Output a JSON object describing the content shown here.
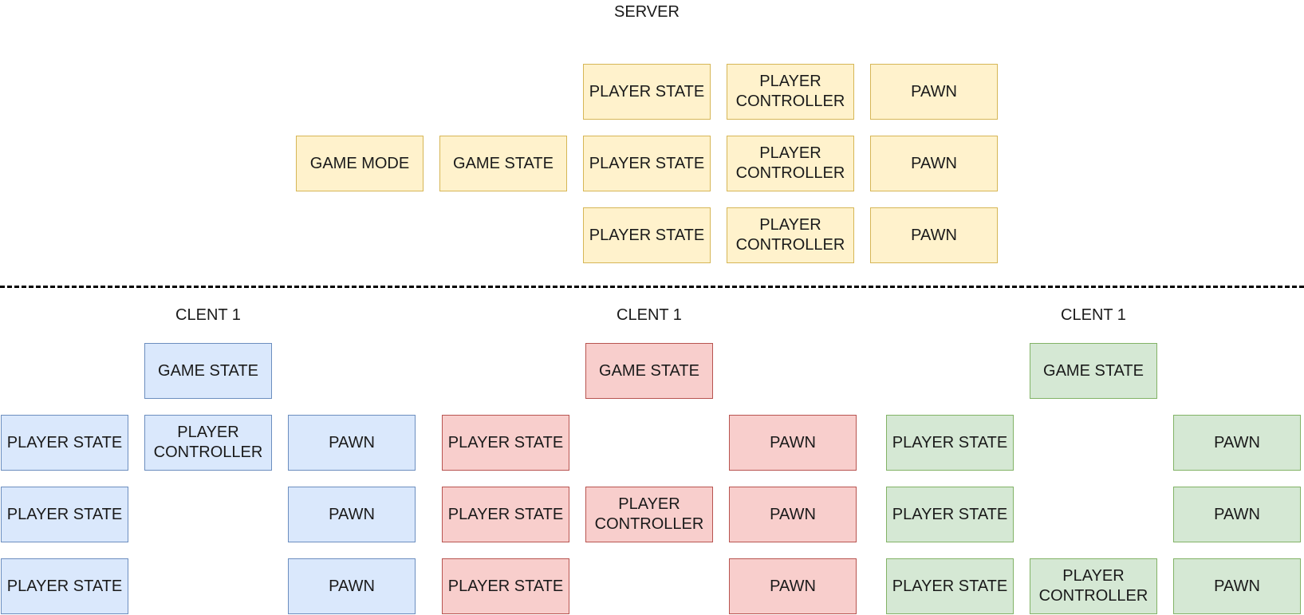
{
  "server": {
    "title": "SERVER",
    "game_mode": "GAME MODE",
    "game_state": "GAME STATE",
    "rows": [
      {
        "player_state": "PLAYER STATE",
        "player_controller": "PLAYER CONTROLLER",
        "pawn": "PAWN"
      },
      {
        "player_state": "PLAYER STATE",
        "player_controller": "PLAYER CONTROLLER",
        "pawn": "PAWN"
      },
      {
        "player_state": "PLAYER STATE",
        "player_controller": "PLAYER CONTROLLER",
        "pawn": "PAWN"
      }
    ]
  },
  "clients": [
    {
      "title": "CLENT 1",
      "color": "#dae8fc",
      "game_state": "GAME STATE",
      "player_controller": "PLAYER CONTROLLER",
      "player_states": [
        "PLAYER STATE",
        "PLAYER STATE",
        "PLAYER STATE"
      ],
      "pawns": [
        "PAWN",
        "PAWN",
        "PAWN"
      ]
    },
    {
      "title": "CLENT 1",
      "color": "#f8cecc",
      "game_state": "GAME STATE",
      "player_controller": "PLAYER CONTROLLER",
      "player_states": [
        "PLAYER STATE",
        "PLAYER STATE",
        "PLAYER STATE"
      ],
      "pawns": [
        "PAWN",
        "PAWN",
        "PAWN"
      ]
    },
    {
      "title": "CLENT 1",
      "color": "#d5e8d4",
      "game_state": "GAME STATE",
      "player_controller": "PLAYER CONTROLLER",
      "player_states": [
        "PLAYER STATE",
        "PLAYER STATE",
        "PLAYER STATE"
      ],
      "pawns": [
        "PAWN",
        "PAWN",
        "PAWN"
      ]
    }
  ]
}
